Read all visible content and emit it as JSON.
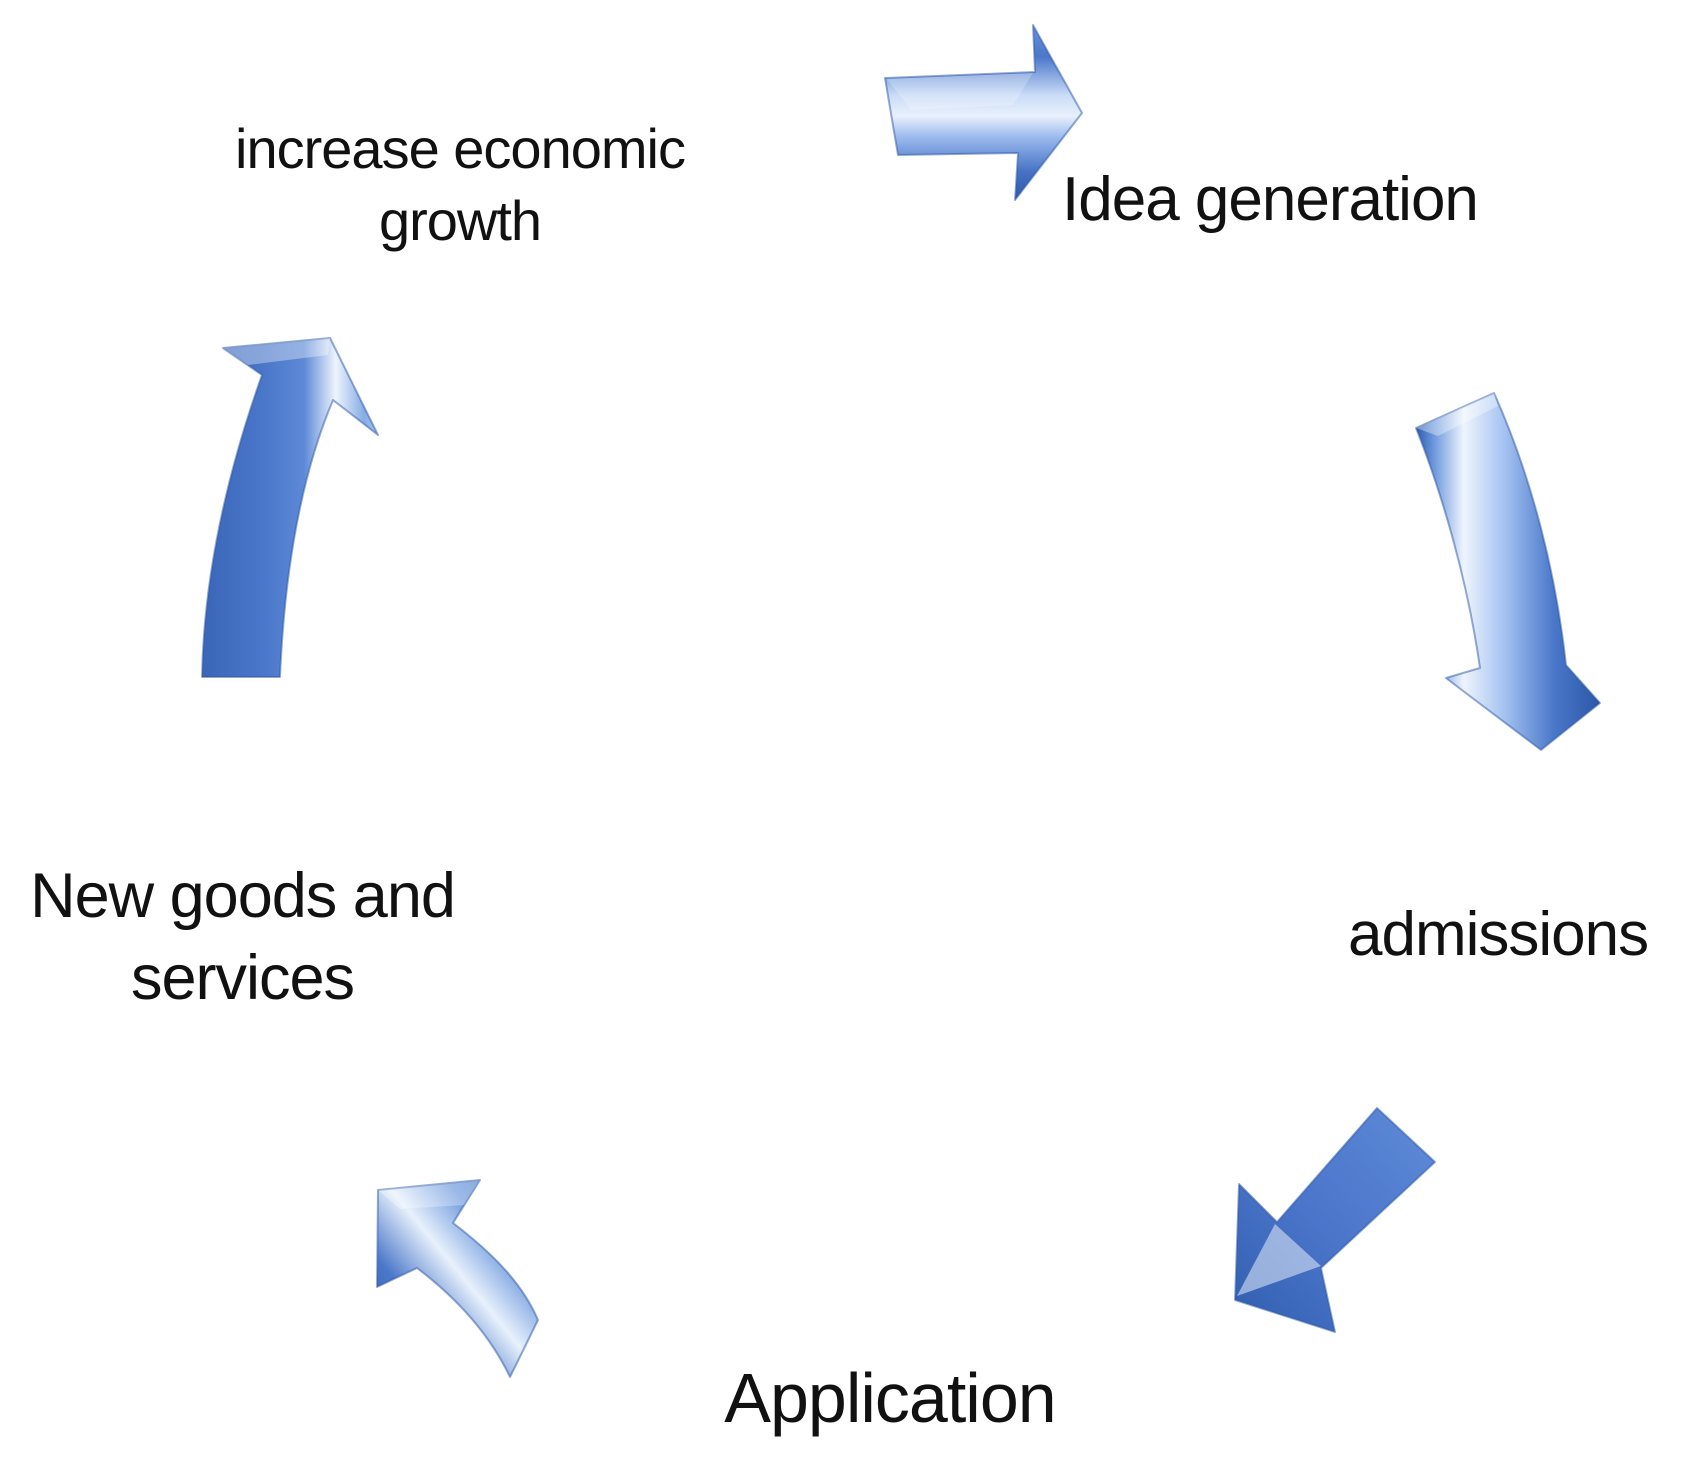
{
  "diagram": {
    "type": "cycle",
    "background_color": "#ffffff",
    "text_color": "#111111",
    "arrow_palette": {
      "dark": "#2d57a8",
      "mid": "#4a75ca",
      "light": "#9dbdf0",
      "gloss": "#eef4fd"
    },
    "steps": [
      {
        "id": "idea-generation",
        "label": "Idea generation"
      },
      {
        "id": "admissions",
        "label": "admissions"
      },
      {
        "id": "application",
        "label": "Application"
      },
      {
        "id": "new-goods-and-services",
        "label": "New goods and\nservices"
      },
      {
        "id": "increase-economic-growth",
        "label": "increase economic\ngrowth"
      }
    ],
    "arrows": [
      {
        "name": "right-block-arrow-icon",
        "position": "top",
        "direction": "right"
      },
      {
        "name": "curved-down-arrow-icon",
        "position": "right",
        "direction": "down"
      },
      {
        "name": "diagonal-down-left-arrow-icon",
        "position": "bottom-right",
        "direction": "down-left"
      },
      {
        "name": "curved-up-left-arrow-icon",
        "position": "bottom-left",
        "direction": "up-left"
      },
      {
        "name": "curved-up-arrow-icon",
        "position": "left",
        "direction": "up"
      }
    ]
  }
}
